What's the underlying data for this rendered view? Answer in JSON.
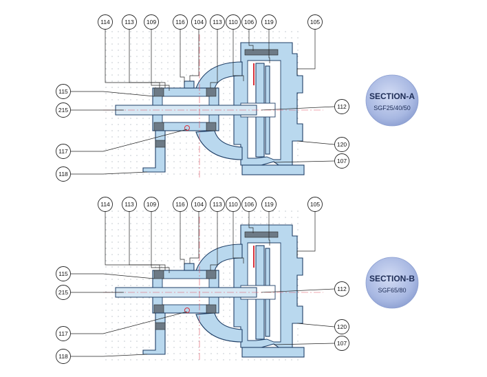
{
  "section_a": {
    "title": "SECTION-A",
    "subtitle": "SGF25/40/50",
    "top_labels": [
      "114",
      "113",
      "109",
      "116",
      "104",
      "113",
      "110",
      "106",
      "119",
      "105"
    ],
    "left_labels": [
      "115",
      "215",
      "117",
      "118"
    ],
    "right_labels": [
      "112",
      "120",
      "107"
    ]
  },
  "section_b": {
    "title": "SECTION-B",
    "subtitle": "SGF65/80",
    "top_labels": [
      "114",
      "113",
      "109",
      "116",
      "104",
      "113",
      "110",
      "106",
      "119",
      "105"
    ],
    "left_labels": [
      "115",
      "215",
      "117",
      "118"
    ],
    "right_labels": [
      "112",
      "120",
      "107"
    ]
  },
  "colors": {
    "casing_fill": "#b9d8ee",
    "outline": "#1e3e66",
    "badge_fill": "#a8b8e2",
    "centerline": "#e05060"
  }
}
